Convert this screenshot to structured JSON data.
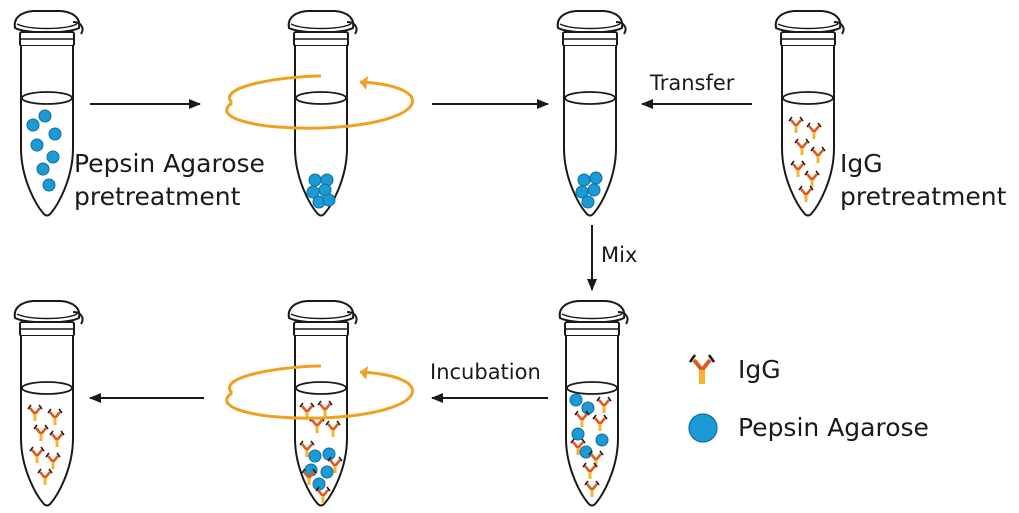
{
  "labels": {
    "pepsin_pretreatment": "Pepsin Agarose\npretreatment",
    "igg_pretreatment": "IgG\npretreatment",
    "transfer": "Transfer",
    "mix": "Mix",
    "incubation": "Incubation",
    "legend_igg": "IgG",
    "legend_pepsin": "Pepsin Agarose"
  },
  "colors": {
    "bead": "#1b9ad6",
    "spin_arrow": "#f0a020",
    "antibody_heavy": "#e05a20",
    "antibody_light": "#f7b32b",
    "outline": "#1a1a1a"
  }
}
